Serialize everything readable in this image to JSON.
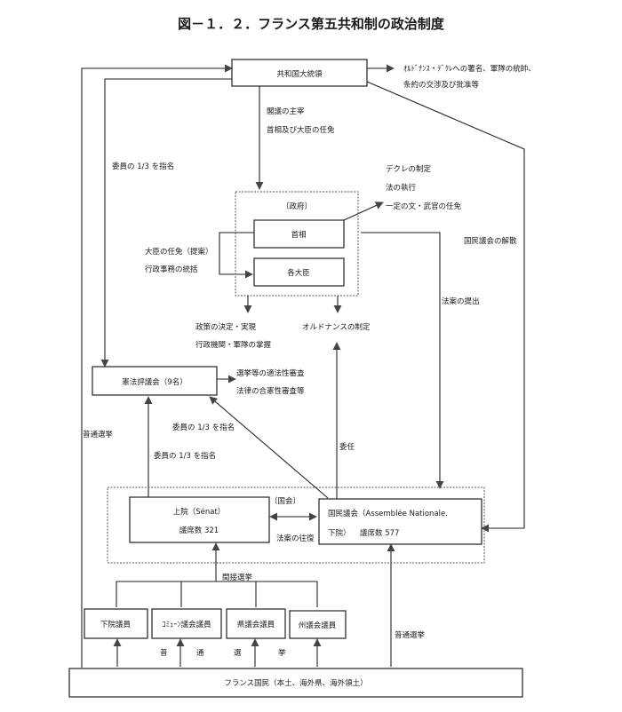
{
  "title": "図－１．２．フランス第五共和制の政治制度",
  "nodes": {
    "president": "共和国大統領",
    "government_group": "〔政府〕",
    "prime_minister": "首相",
    "ministers": "各大臣",
    "constitutional_council": "憲法評議会（9名）",
    "parliament_group": "〔国会〕",
    "senate_line1": "上院（Sénat）",
    "senate_line2": "議席数 321",
    "assembly_line1": "国民議会（Assemblée Nationale.",
    "assembly_line2": "下院）",
    "assembly_seats": "議席数 577",
    "deputies": "下院議員",
    "commune_councilors": "ｺﾐｭｰﾝ議会議員",
    "department_councilors": "県議会議員",
    "region_councilors": "州議会議員",
    "citizens": "フランス国民（本土、海外県、海外領土）"
  },
  "labels": {
    "president_powers_1": "ｵﾙﾄﾞﾅﾝｽ・ﾃﾞｸﾚへの署名、軍隊の統帥、",
    "president_powers_2": "条約の交渉及び批准等",
    "cabinet_chair": "閣議の主宰",
    "pm_appointment": "首相及び大臣の任免",
    "appoint_third_president": "委員の 1/3 を指名",
    "pm_powers_1": "デクレの制定",
    "pm_powers_2": "法の執行",
    "pm_powers_3": "一定の文・武官の任免",
    "dissolution": "国民議会の解散",
    "minister_appointment": "大臣の任免（提案）",
    "admin_oversight": "行政事務の統括",
    "policy_1": "政策の決定・実現",
    "policy_2": "行政機関・軍隊の掌握",
    "ordinance": "オルドナンスの制定",
    "bill_submission": "法案の提出",
    "council_powers_1": "選挙等の適法性審査",
    "council_powers_2": "法律の合憲性審査等",
    "appoint_third_assembly": "委員の 1/3 を指名",
    "appoint_third_senate": "委員の 1/3 を指名",
    "universal_suffrage_left": "普通選挙",
    "delegation": "委任",
    "bill_shuttle": "法案の往復",
    "indirect_election": "間接選挙",
    "universal_suffrage_bottom": [
      "普",
      "通",
      "選",
      "挙"
    ],
    "universal_suffrage_right": "普通選挙"
  }
}
